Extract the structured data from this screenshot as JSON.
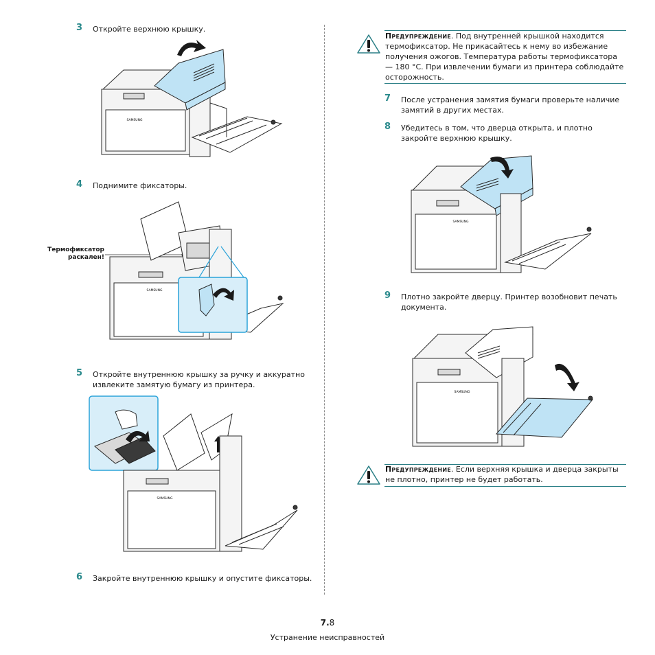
{
  "steps": {
    "s3": {
      "num": "3",
      "text": "Откройте верхнюю крышку."
    },
    "s4": {
      "num": "4",
      "text": "Поднимите фиксаторы."
    },
    "s5": {
      "num": "5",
      "text": "Откройте внутреннюю крышку за ручку и аккуратно извлеките замятую бумагу из принтера."
    },
    "s6": {
      "num": "6",
      "text": "Закройте внутреннюю крышку и опустите фиксаторы."
    },
    "s7": {
      "num": "7",
      "text": "После устранения замятия бумаги проверьте наличие замятий в других местах."
    },
    "s8": {
      "num": "8",
      "text": "Убедитесь в том, что дверца открыта, и плотно закройте верхнюю крышку."
    },
    "s9": {
      "num": "9",
      "text": "Плотно закройте дверцу. Принтер возобновит печать документа."
    }
  },
  "callout": {
    "line1": "Термофиксатор",
    "line2": "раскален!"
  },
  "warning1": {
    "label": "Предупреждение",
    "text": ". Под внутренней крышкой находится термофиксатор. Не прикасайтесь к нему во избежание получения ожогов. Температура работы термофиксатора — 180 °C. При извлечении бумаги из принтера соблюдайте осторожность."
  },
  "warning2": {
    "label": "Предупреждение",
    "text": ". Если верхняя крышка и дверца закрыты не плотно, принтер не будет работать."
  },
  "printer_brand": "SAMSUNG",
  "footer": {
    "chapter": "7.",
    "page": "8",
    "title": "Устранение неисправностей"
  },
  "colors": {
    "accent": "#2a8a8c",
    "cover_blue": "#bfe3f5",
    "callout_blue": "#2ba3d9"
  }
}
